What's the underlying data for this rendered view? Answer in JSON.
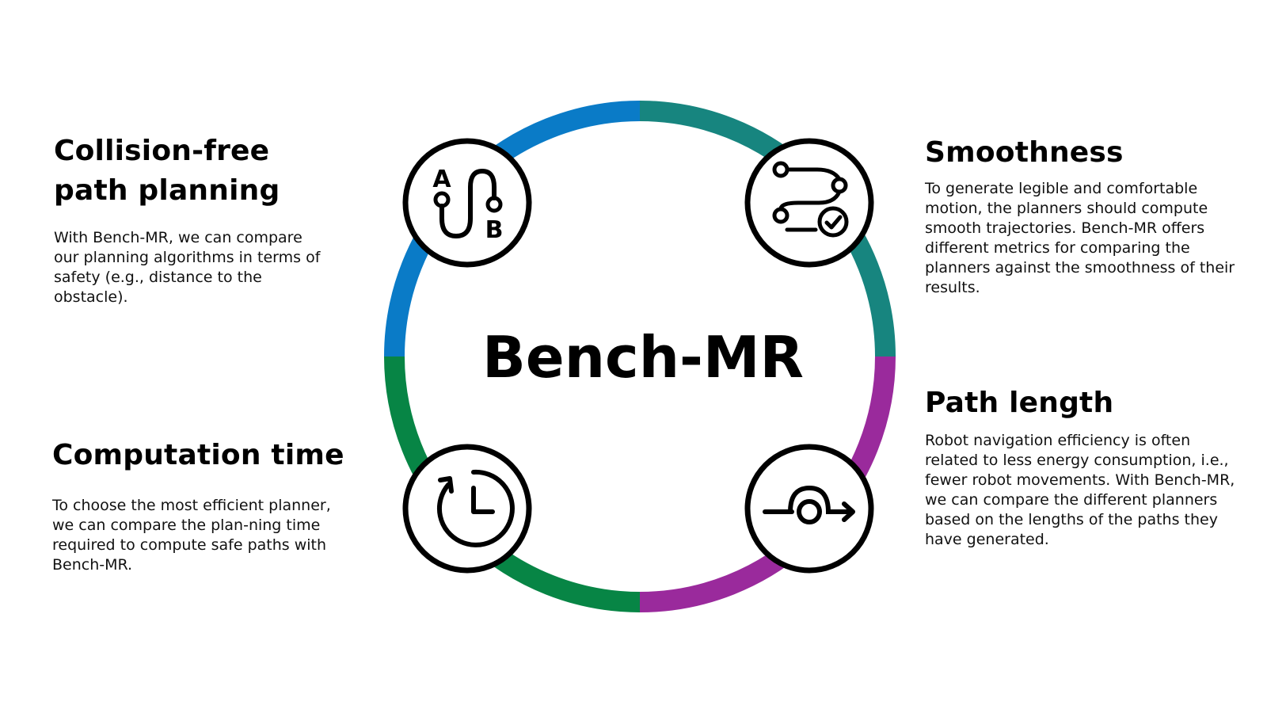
{
  "center": {
    "title": "Bench-MR"
  },
  "colors": {
    "blue": "#0a7bc7",
    "teal": "#17857f",
    "purple": "#9a2a9c",
    "green": "#078545",
    "ink": "#000000"
  },
  "features": {
    "collision": {
      "title_line1": "Collision-free",
      "title_line2": "path planning",
      "body": "With Bench-MR, we can compare our planning algorithms in terms of safety (e.g., distance to the obstacle).",
      "icon": "path-a-to-b-icon",
      "icon_label_a": "A",
      "icon_label_b": "B"
    },
    "smoothness": {
      "title": "Smoothness",
      "body": "To generate legible and comfortable motion, the planners should compute smooth trajectories. Bench-MR offers different metrics for comparing the planners against the smoothness of their results.",
      "icon": "smooth-route-check-icon"
    },
    "computation": {
      "title": "Computation time",
      "body": "To choose the most efficient planner, we can compare the plan-ning time required to compute safe paths with Bench-MR.",
      "icon": "clock-refresh-icon"
    },
    "path_length": {
      "title": "Path length",
      "body": "Robot navigation efficiency is often related to less energy consumption, i.e., fewer robot movements. With Bench-MR, we can compare the different planners based on the lengths of the paths they have generated.",
      "icon": "path-length-arrow-icon"
    }
  }
}
